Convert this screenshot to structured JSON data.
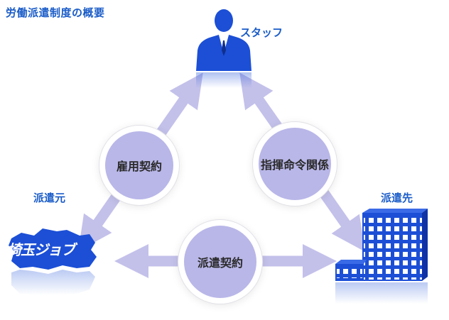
{
  "title": "労働派遣制度の概要",
  "nodes": {
    "staff": "スタッフ",
    "origin": "派遣元",
    "destination": "派遣先",
    "logo_text": "埼玉ジョブ"
  },
  "relations": {
    "employment": "雇用契約",
    "command": "指揮命令関係",
    "dispatch": "派遣契約"
  },
  "colors": {
    "accent": "#1a5cc8",
    "arrow": "#c3c1ea",
    "circle": "#b9b7e8",
    "building": "#1c4fd6"
  }
}
